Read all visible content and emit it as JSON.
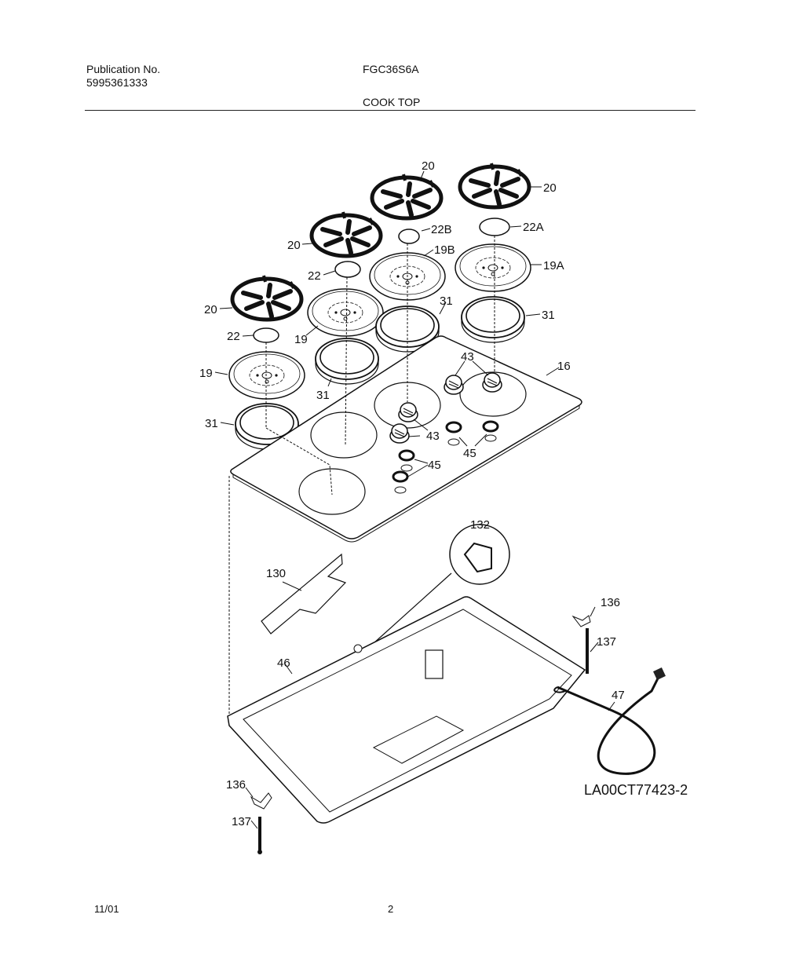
{
  "header": {
    "publication_label": "Publication No.",
    "publication_number": "5995361333",
    "model": "FGC36S6A",
    "section_title": "COOK TOP"
  },
  "diagram": {
    "drawing_code": "LA00CT77423-2",
    "part_labels": {
      "grate_top_center": "20",
      "grate_top_right": "20",
      "grate_mid_left": "20",
      "grate_bottom_left": "20",
      "cap_22B": "22B",
      "cap_22A": "22A",
      "cap_22_mid": "22",
      "cap_22_low": "22",
      "head_19B": "19B",
      "head_19A": "19A",
      "head_19_mid": "19",
      "head_19_low": "19",
      "ring_31_center": "31",
      "ring_31_right": "31",
      "ring_31_mid": "31",
      "ring_31_low": "31",
      "cooktop_16": "16",
      "knob_43_top": "43",
      "knob_43_front": "43",
      "seal_45_right": "45",
      "seal_45_front": "45",
      "spark_module_132": "132",
      "shield_130": "130",
      "burner_box_46": "46",
      "bracket_136_right": "136",
      "screw_137_right": "137",
      "power_cord_47": "47",
      "bracket_136_left": "136",
      "screw_137_left": "137"
    }
  },
  "footer": {
    "date": "11/01",
    "page_number": "2"
  }
}
